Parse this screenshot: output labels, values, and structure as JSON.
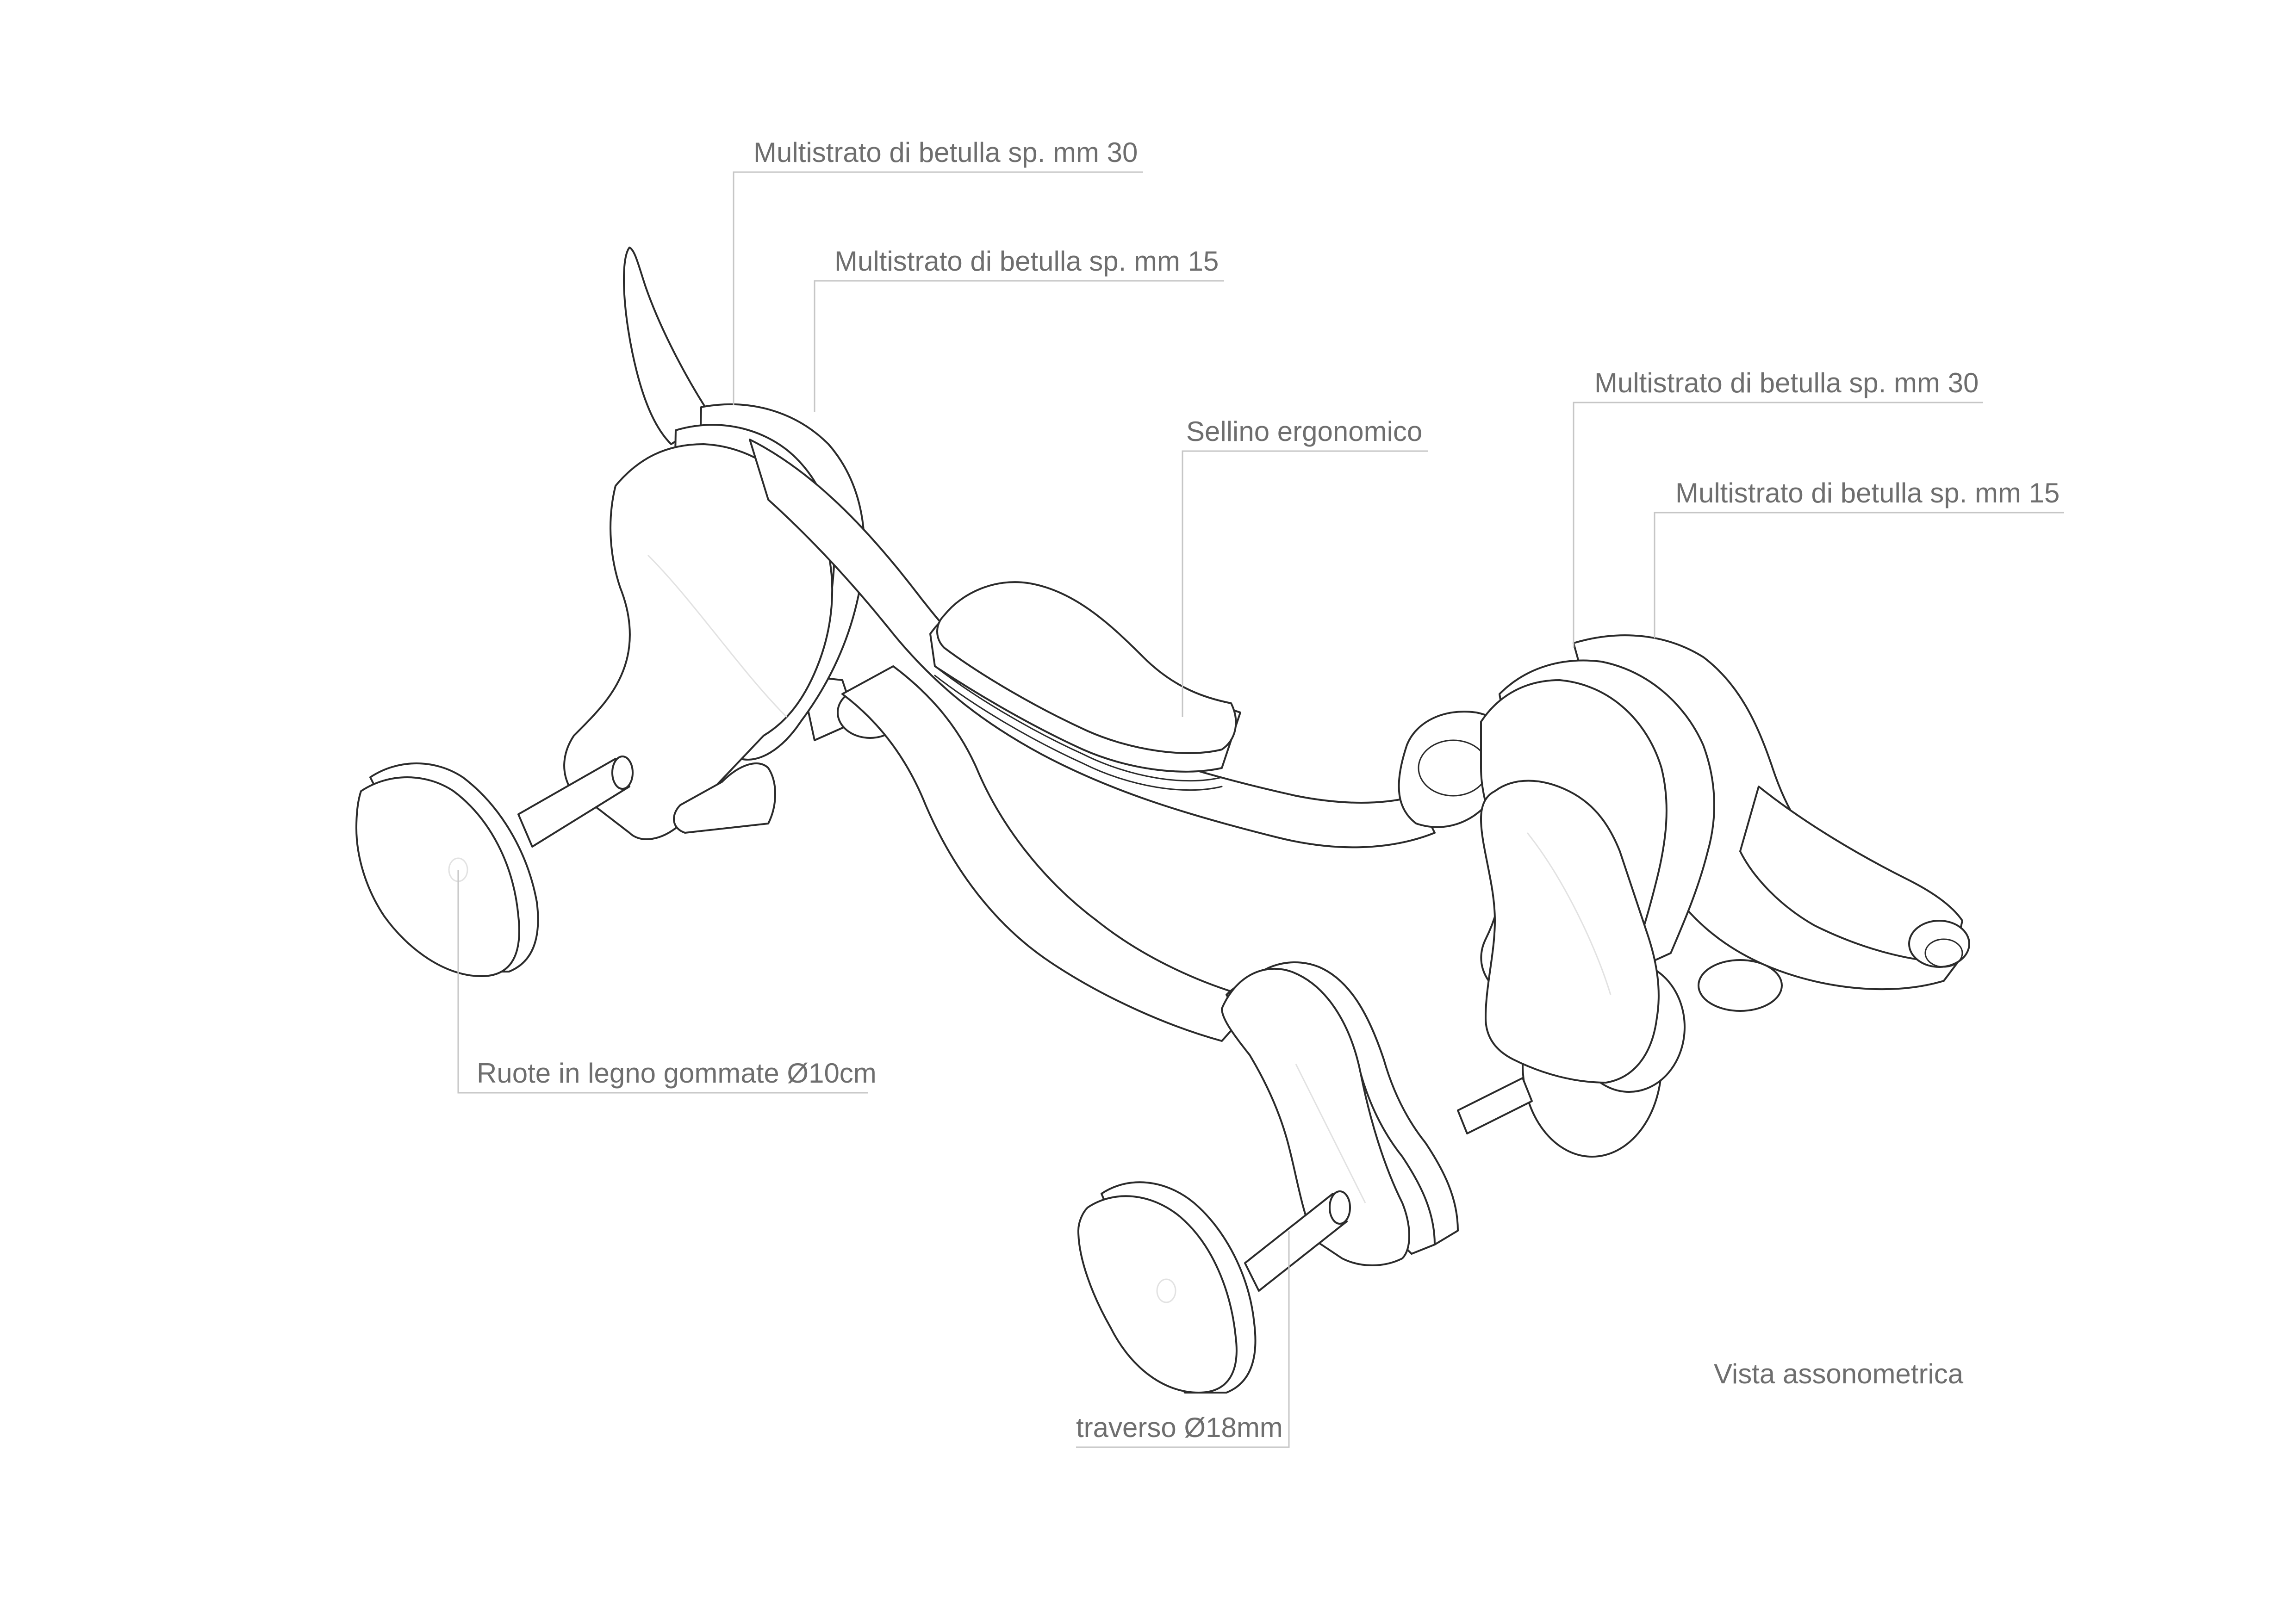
{
  "labels": {
    "body_layer_30": "Multistrato di betulla sp. mm 30",
    "body_layer_15": "Multistrato di betulla sp. mm 15",
    "seat": "Sellino ergonomico",
    "head_layer_30": "Multistrato di betulla sp. mm 30",
    "head_layer_15": "Multistrato di betulla sp. mm 15",
    "wheels": "Ruote in legno gommate Ø10cm",
    "axle": "traverso  Ø18mm",
    "view_name": "Vista assonometrica"
  },
  "colors": {
    "line": "#2b2b2b",
    "label": "#6e6e6e",
    "leader": "#c6c6c6"
  }
}
